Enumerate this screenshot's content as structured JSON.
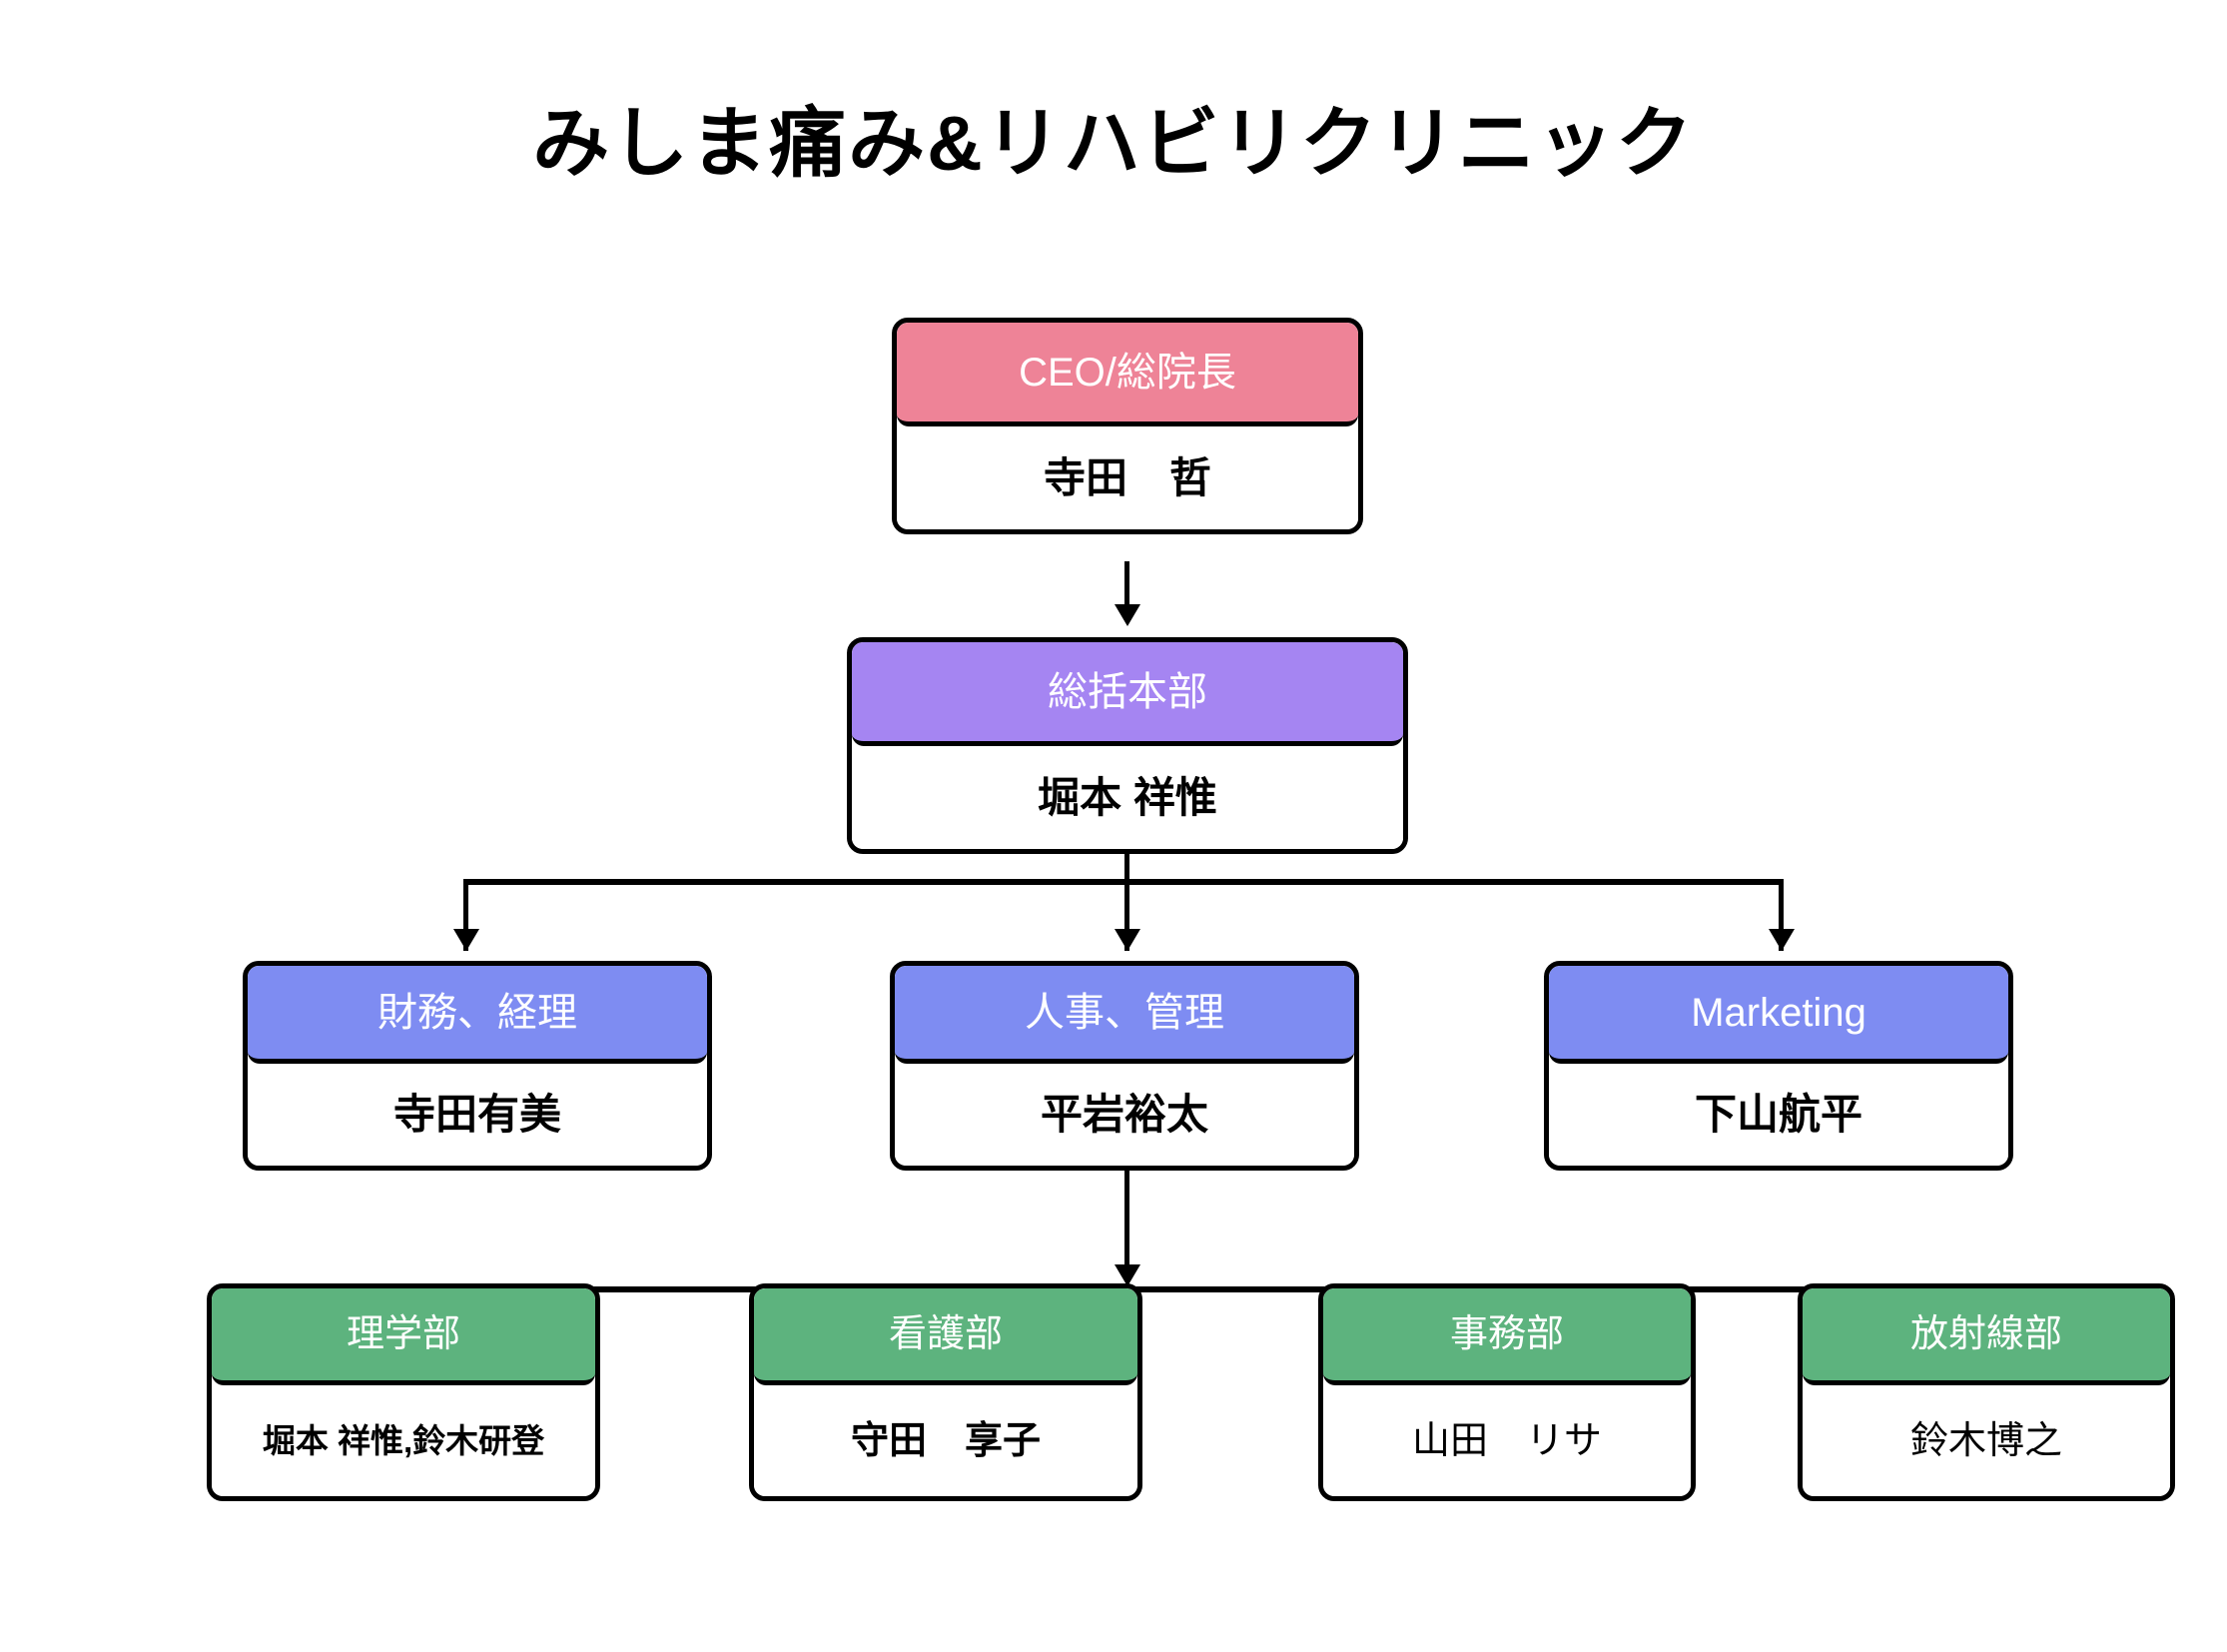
{
  "title": "みしま痛み&リハビリクリニック",
  "colors": {
    "ceo": "#EE8397",
    "division": "#A585F2",
    "department": "#7E8CF2",
    "section": "#5DB37E",
    "border": "#000000",
    "header_text": "#FFFFFF",
    "name_text": "#000000",
    "background": "#FFFFFF"
  },
  "nodes": {
    "ceo": {
      "role": "CEO/総院長",
      "person": "寺田　哲"
    },
    "division": {
      "role": "総括本部",
      "person": "堀本 祥惟"
    },
    "departments": [
      {
        "role": "財務、経理",
        "person": "寺田有美"
      },
      {
        "role": "人事、管理",
        "person": "平岩裕太"
      },
      {
        "role": "Marketing",
        "person": "下山航平"
      }
    ],
    "sections": [
      {
        "role": "理学部",
        "person": "堀本 祥惟,鈴木研登"
      },
      {
        "role": "看護部",
        "person": "守田　享子"
      },
      {
        "role": "事務部",
        "person": "山田　リサ"
      },
      {
        "role": "放射線部",
        "person": "鈴木博之"
      }
    ]
  },
  "chart_data": {
    "type": "org-chart",
    "title": "みしま痛み&リハビリクリニック",
    "levels": 4,
    "edges": [
      {
        "from": "CEO/総院長",
        "to": "総括本部"
      },
      {
        "from": "総括本部",
        "to": "財務、経理"
      },
      {
        "from": "総括本部",
        "to": "人事、管理"
      },
      {
        "from": "総括本部",
        "to": "Marketing"
      },
      {
        "from": "人事、管理",
        "to": "理学部"
      },
      {
        "from": "人事、管理",
        "to": "看護部"
      },
      {
        "from": "人事、管理",
        "to": "事務部"
      },
      {
        "from": "人事、管理",
        "to": "放射線部"
      }
    ]
  }
}
